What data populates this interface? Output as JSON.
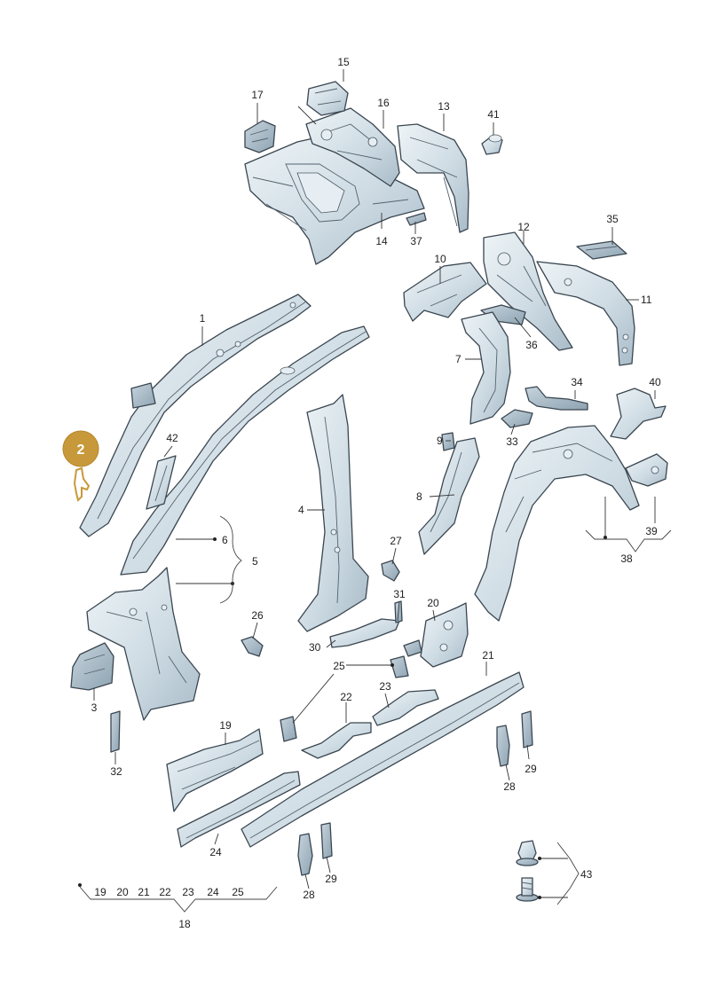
{
  "highlight": {
    "label": "2",
    "color": "#c8993a"
  },
  "colors": {
    "part_light": "#e2ebf0",
    "part_mid": "#c3d2dc",
    "part_dark": "#9fb3c1",
    "outline": "#3a4650"
  },
  "callouts": {
    "c1": "1",
    "c3": "3",
    "c4": "4",
    "c5": "5",
    "c6": "6",
    "c7": "7",
    "c8": "8",
    "c9": "9",
    "c10": "10",
    "c11": "11",
    "c12": "12",
    "c13": "13",
    "c14": "14",
    "c15": "15",
    "c16": "16",
    "c17": "17",
    "c18": "18",
    "c19": "19",
    "c20": "20",
    "c21": "21",
    "c22": "22",
    "c23": "23",
    "c24": "24",
    "c25": "25",
    "c26": "26",
    "c27": "27",
    "c28a": "28",
    "c28b": "28",
    "c29a": "29",
    "c29b": "29",
    "c30": "30",
    "c31": "31",
    "c32": "32",
    "c33": "33",
    "c34": "34",
    "c35": "35",
    "c36": "36",
    "c37": "37",
    "c38": "38",
    "c39": "39",
    "c40": "40",
    "c41": "41",
    "c42": "42",
    "c43": "43"
  },
  "group_18": [
    "19",
    "20",
    "21",
    "22",
    "23",
    "24",
    "25"
  ]
}
